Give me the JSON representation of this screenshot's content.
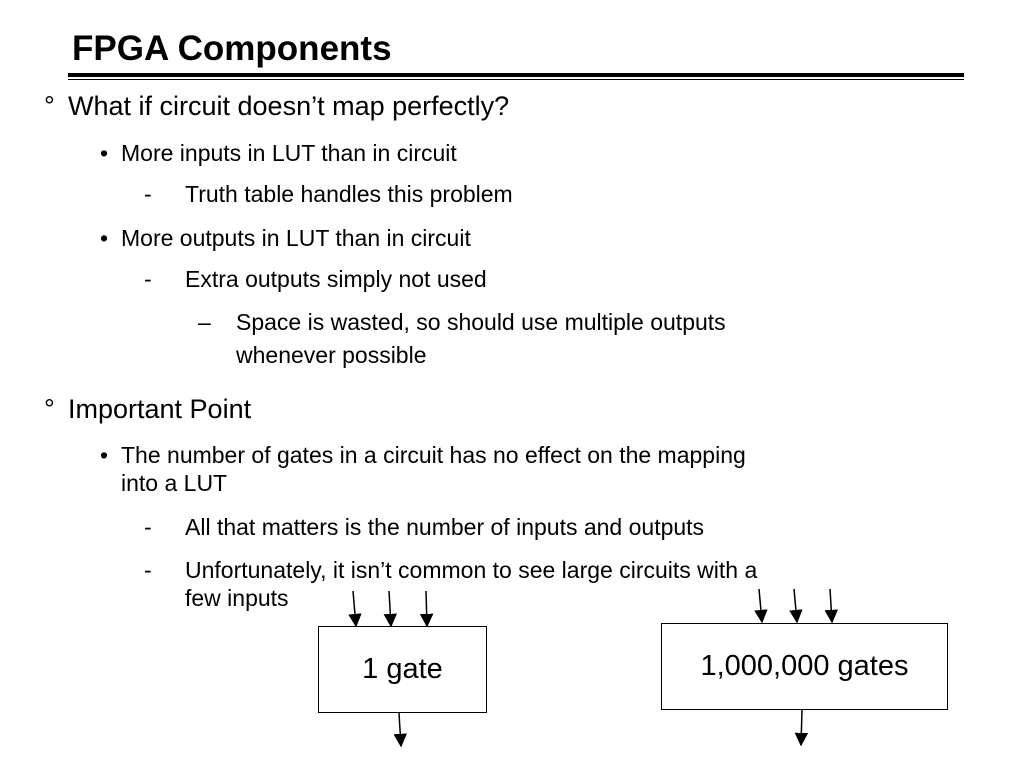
{
  "slide": {
    "title": "FPGA Components",
    "bullets": [
      {
        "marker": "°",
        "text": "What if circuit doesn’t map perfectly?"
      },
      {
        "marker": "•",
        "text": "More inputs in LUT than in circuit"
      },
      {
        "marker": "-",
        "text": "Truth table handles this problem"
      },
      {
        "marker": "•",
        "text": "More outputs in LUT than in circuit"
      },
      {
        "marker": "-",
        "text": "Extra outputs simply not used"
      },
      {
        "marker": "–",
        "text": "Space is wasted, so should use multiple outputs",
        "text2": "whenever possible"
      },
      {
        "marker": "°",
        "text": "Important Point"
      },
      {
        "marker": "•",
        "text": "The number of gates in a circuit has no effect on the mapping",
        "text2": "into a LUT"
      },
      {
        "marker": "-",
        "text": "All that matters is the number of inputs and outputs"
      },
      {
        "marker": "-",
        "text": "Unfortunately, it isn’t common to see large circuits with a",
        "text2": "few inputs"
      }
    ]
  },
  "diagram": {
    "box_small_label": "1 gate",
    "box_large_label": "1,000,000 gates"
  }
}
